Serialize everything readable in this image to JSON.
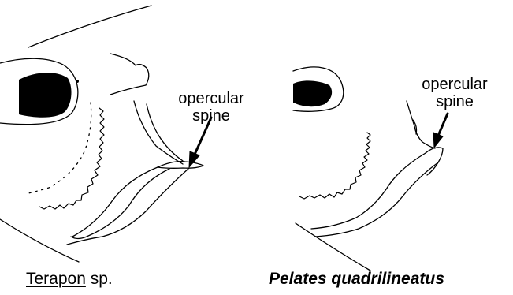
{
  "left_panel": {
    "callout": {
      "line1": "opercular",
      "line2": "spine"
    },
    "caption": {
      "genus": "Terapon",
      "rest": " sp."
    }
  },
  "right_panel": {
    "callout": {
      "line1": "opercular",
      "line2": "spine"
    },
    "caption": "Pelates quadrilineatus"
  }
}
